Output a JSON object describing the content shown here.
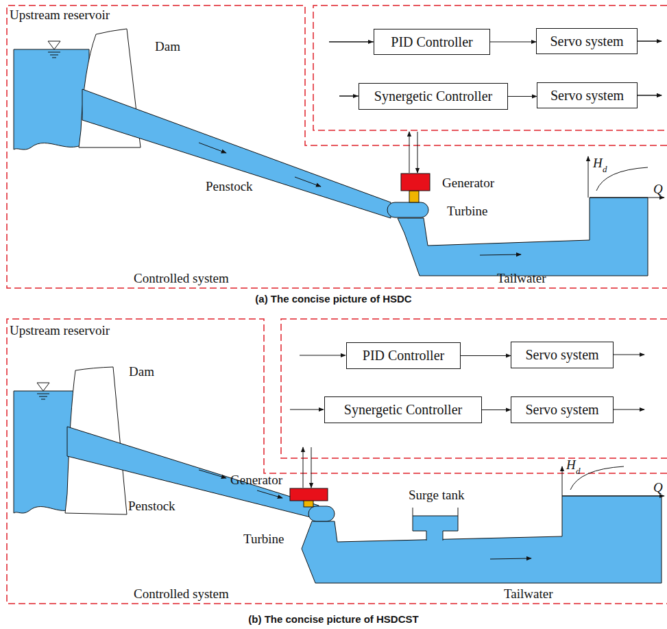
{
  "diagram": {
    "nodes": [
      {
        "text": [
          "PID Controller"
        ]
      },
      {
        "text": [
          "Servo system"
        ]
      },
      {
        "text": [
          "Synergetic Controller"
        ]
      },
      {
        "text": [
          "Servo system"
        ]
      },
      {
        "text": [
          "PID Controller"
        ]
      },
      {
        "text": [
          "Servo system"
        ]
      },
      {
        "text": [
          "Synergetic Controller"
        ]
      },
      {
        "text": [
          "Servo system"
        ]
      }
    ],
    "edges": [
      {
        "from": 0,
        "to": 1,
        "arrow": "to"
      },
      {
        "from": 2,
        "to": 3,
        "arrow": "to"
      },
      {
        "from": 4,
        "to": 5,
        "arrow": "to"
      },
      {
        "from": 6,
        "to": 7,
        "arrow": "to"
      }
    ],
    "labels": [
      "Upstream reservoir",
      "Dam",
      "Penstock",
      "Generator",
      "Turbine",
      "H",
      "d",
      "Q",
      "Controlled system",
      "Tailwater",
      "(a) The concise picture of HSDC",
      "Upstream reservoir",
      "Dam",
      "Generator",
      "Penstock",
      "Surge tank",
      "Turbine",
      "H",
      "d",
      "Q",
      "Controlled system",
      "Tailwater",
      "(b) The concise picture of HSDCST"
    ]
  }
}
